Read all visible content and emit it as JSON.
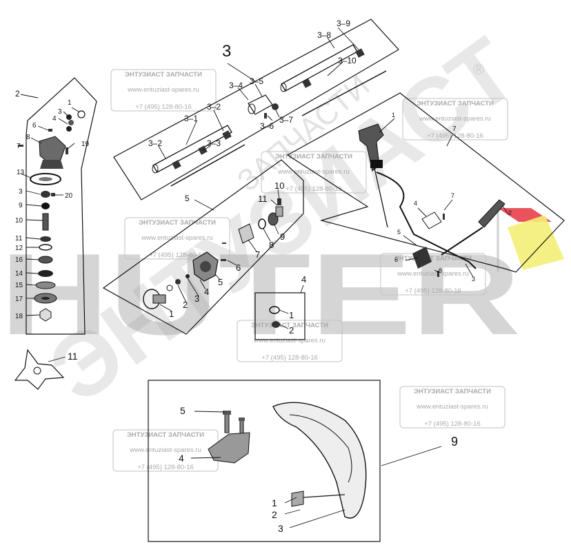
{
  "watermark": {
    "title": "ЭНТУЗИАСТ ЗАПЧАСТИ",
    "site": "www.entuziast-spares.ru",
    "phone": "+7 (495) 128-80-16",
    "brand": "HUTER",
    "diagonal": "ЭНТУЗИАСТ",
    "arc": "ЗАПЧАСТИ",
    "registered": "®",
    "colors": {
      "gray": "#b4b4b4",
      "red": "#e8404a",
      "yellow": "#f4ee76"
    }
  },
  "groups": {
    "g2": {
      "number": "2",
      "labels": [
        "1",
        "3",
        "4",
        "6",
        "8",
        "7",
        "19",
        "13",
        "3",
        "20",
        "9",
        "10",
        "11",
        "12",
        "16",
        "14",
        "15",
        "17",
        "18"
      ]
    },
    "g3": {
      "number": "3",
      "labels": [
        "3–9",
        "3–8",
        "3–10",
        "3–4",
        "3–5",
        "3–2",
        "3–1",
        "3–6",
        "3–7",
        "3–2",
        "3–3"
      ]
    },
    "g5": {
      "number": "5",
      "labels": [
        "10",
        "11",
        "9",
        "8",
        "7",
        "6",
        "5",
        "4",
        "3",
        "2",
        "1"
      ]
    },
    "g4": {
      "number": "4",
      "labels": [
        "1",
        "2"
      ]
    },
    "g7": {
      "number": "7",
      "labels": [
        "1",
        "4",
        "7",
        "2",
        "5",
        "6",
        "8",
        "3"
      ]
    },
    "g11": {
      "number": "11"
    },
    "g9": {
      "number": "9",
      "labels": [
        "5",
        "4",
        "1",
        "2",
        "3"
      ]
    }
  }
}
